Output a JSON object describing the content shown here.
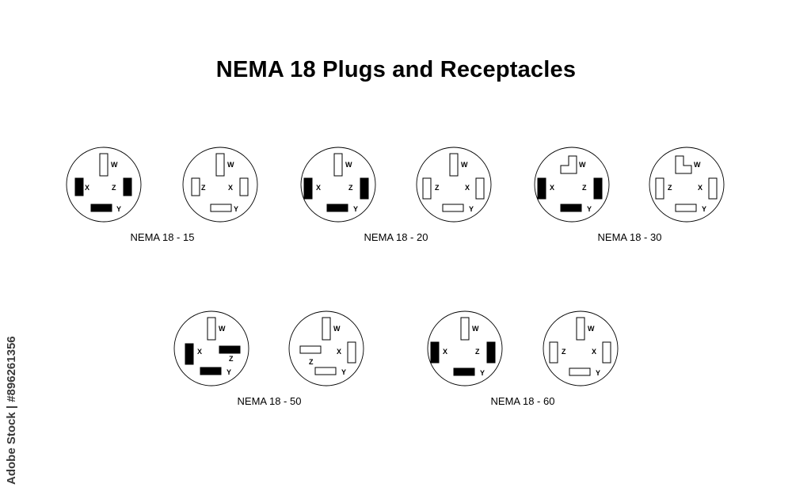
{
  "title": "NEMA 18  Plugs and Receptacles",
  "watermark": "Adobe Stock | #896261356",
  "pin_labels": {
    "w": "W",
    "x": "X",
    "y": "Y",
    "z": "Z"
  },
  "devices": [
    {
      "caption": "NEMA  18 - 15",
      "plug_kind": "plug-15",
      "receptacle_kind": "rec-15"
    },
    {
      "caption": "NEMA  18 - 20",
      "plug_kind": "plug-20",
      "receptacle_kind": "rec-20"
    },
    {
      "caption": "NEMA  18 - 30",
      "plug_kind": "plug-30",
      "receptacle_kind": "rec-30"
    },
    {
      "caption": "NEMA  18 - 50",
      "plug_kind": "plug-50",
      "receptacle_kind": "rec-50"
    },
    {
      "caption": "NEMA  18 - 60",
      "plug_kind": "plug-60",
      "receptacle_kind": "rec-60"
    }
  ]
}
